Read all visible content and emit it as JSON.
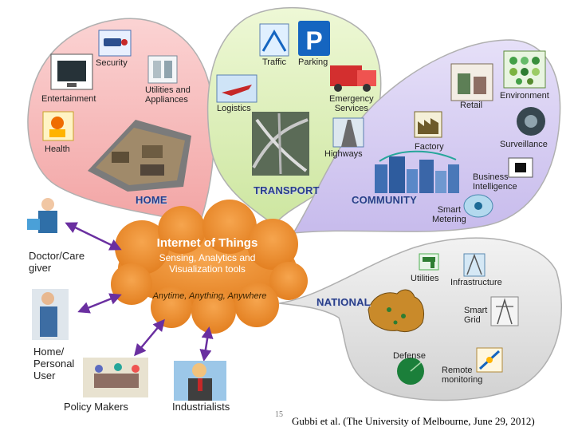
{
  "hub": {
    "title": "Internet of Things",
    "subtitle": "Sensing, Analytics and\nVisualization tools",
    "tagline": "Anytime, Anything, Anywhere"
  },
  "sectors": {
    "home": {
      "name": "HOME",
      "items": [
        "Security",
        "Entertainment",
        "Utilities and\nAppliances",
        "Health"
      ]
    },
    "transport": {
      "name": "TRANSPORT",
      "items": [
        "Traffic",
        "Parking",
        "Logistics",
        "Emergency\nServices",
        "Highways"
      ]
    },
    "community": {
      "name": "COMMUNITY",
      "items": [
        "Retail",
        "Environment",
        "Factory",
        "Surveillance",
        "Business\nIntelligence",
        "Smart\nMetering"
      ]
    },
    "national": {
      "name": "NATIONAL",
      "items": [
        "Utilities",
        "Infrastructure",
        "Smart\nGrid",
        "Defense",
        "Remote\nmonitoring"
      ]
    }
  },
  "actors": [
    "Doctor/Care\ngiver",
    "Home/\nPersonal\nUser",
    "Policy Makers",
    "Industrialists"
  ],
  "page_mark": "15",
  "caption": "Gubbi et al. (The University of Melbourne, June 29, 2012)",
  "colors": {
    "home": "#f6b9b9",
    "transport": "#d9efb4",
    "community": "#d6cdf2",
    "national": "#e3e3e3",
    "cloud": "#ef8b2c",
    "arrow": "#6a2fa0",
    "sector_text": "#2a3f8a"
  }
}
